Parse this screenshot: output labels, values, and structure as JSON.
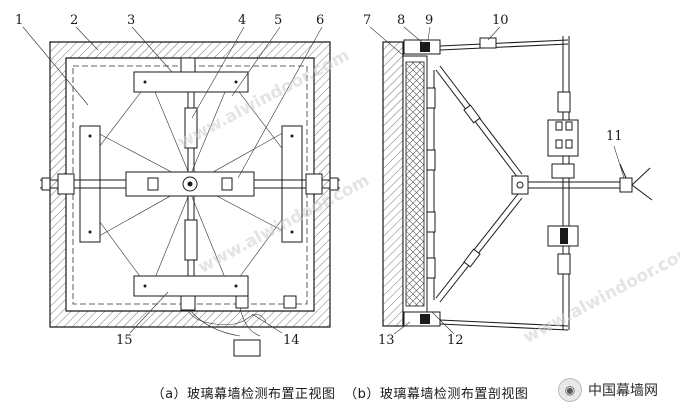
{
  "labels_a": [
    "1",
    "2",
    "3",
    "4",
    "5",
    "6",
    "15",
    "14"
  ],
  "labels_b": [
    "7",
    "8",
    "9",
    "10",
    "11",
    "12",
    "13"
  ],
  "caption_a": "（a）玻璃幕墙检测布置正视图",
  "caption_b": "（b）玻璃幕墙检测布置剖视图",
  "watermarks": [
    "www.alwindoor.com",
    "www.alwindoor.com",
    "www.alwindoor.com"
  ],
  "brand": {
    "name": "中国幕墙网",
    "icon": "wechat-icon"
  }
}
